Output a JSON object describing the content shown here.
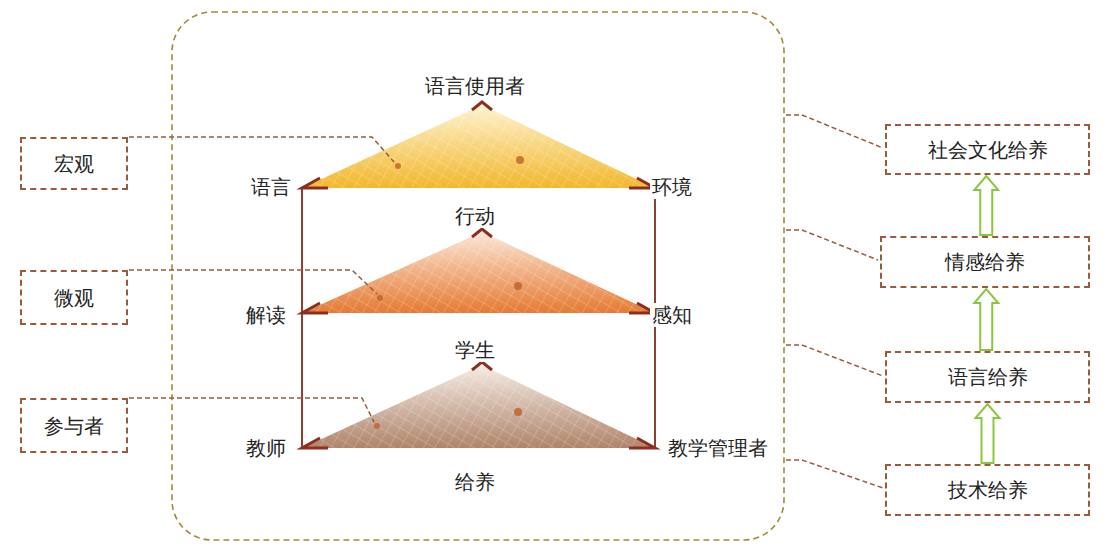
{
  "diagram": {
    "nodes": [
      {
        "text": [
          "宏观"
        ]
      },
      {
        "text": [
          "微观"
        ]
      },
      {
        "text": [
          "参与者"
        ]
      },
      {
        "text": [
          "社会文化给养"
        ]
      },
      {
        "text": [
          "情感给养"
        ]
      },
      {
        "text": [
          "语言给养"
        ]
      },
      {
        "text": [
          "技术给养"
        ]
      }
    ],
    "edges": [
      {
        "from": 6,
        "to": 5,
        "arrow": "to"
      },
      {
        "from": 5,
        "to": 4,
        "arrow": "to"
      },
      {
        "from": 4,
        "to": 3,
        "arrow": "to"
      }
    ],
    "labels": [
      "语言使用者",
      "语言",
      "环境",
      "行动",
      "解读",
      "感知",
      "学生",
      "教师",
      "教学管理者",
      "给养"
    ]
  }
}
